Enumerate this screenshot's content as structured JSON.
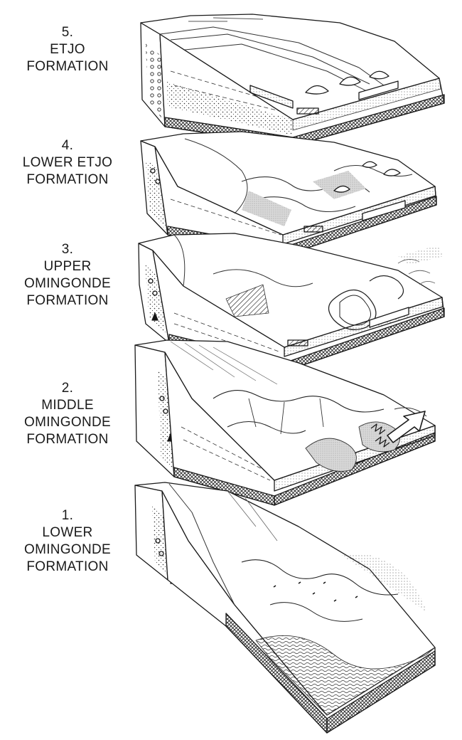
{
  "stages": [
    {
      "number": "5.",
      "lines": [
        "ETJO",
        "FORMATION"
      ]
    },
    {
      "number": "4.",
      "lines": [
        "LOWER ETJO",
        "FORMATION"
      ]
    },
    {
      "number": "3.",
      "lines": [
        "UPPER",
        "OMINGONDE",
        "FORMATION"
      ]
    },
    {
      "number": "2.",
      "lines": [
        "MIDDLE",
        "OMINGONDE",
        "FORMATION"
      ]
    },
    {
      "number": "1.",
      "lines": [
        "LOWER",
        "OMINGONDE",
        "FORMATION"
      ]
    }
  ]
}
